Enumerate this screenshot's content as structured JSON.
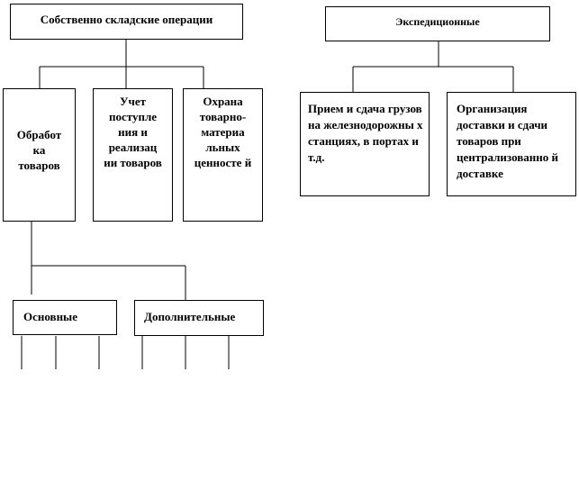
{
  "boxes": {
    "own_ops": "Собственно складские операции",
    "expedition": "Экспедиционные",
    "processing": "Обработ ка товаров",
    "accounting": "Учет поступле ния и реализац ии товаров",
    "protection": "Охрана товарно-материа льных ценносте й",
    "reception": "Прием и сдача грузов на железнодорожны х станциях, в портах и т.д.",
    "delivery": "Организация доставки и сдачи товаров при централизованно й доставке",
    "main": "Основные",
    "additional": "Дополнительные"
  }
}
